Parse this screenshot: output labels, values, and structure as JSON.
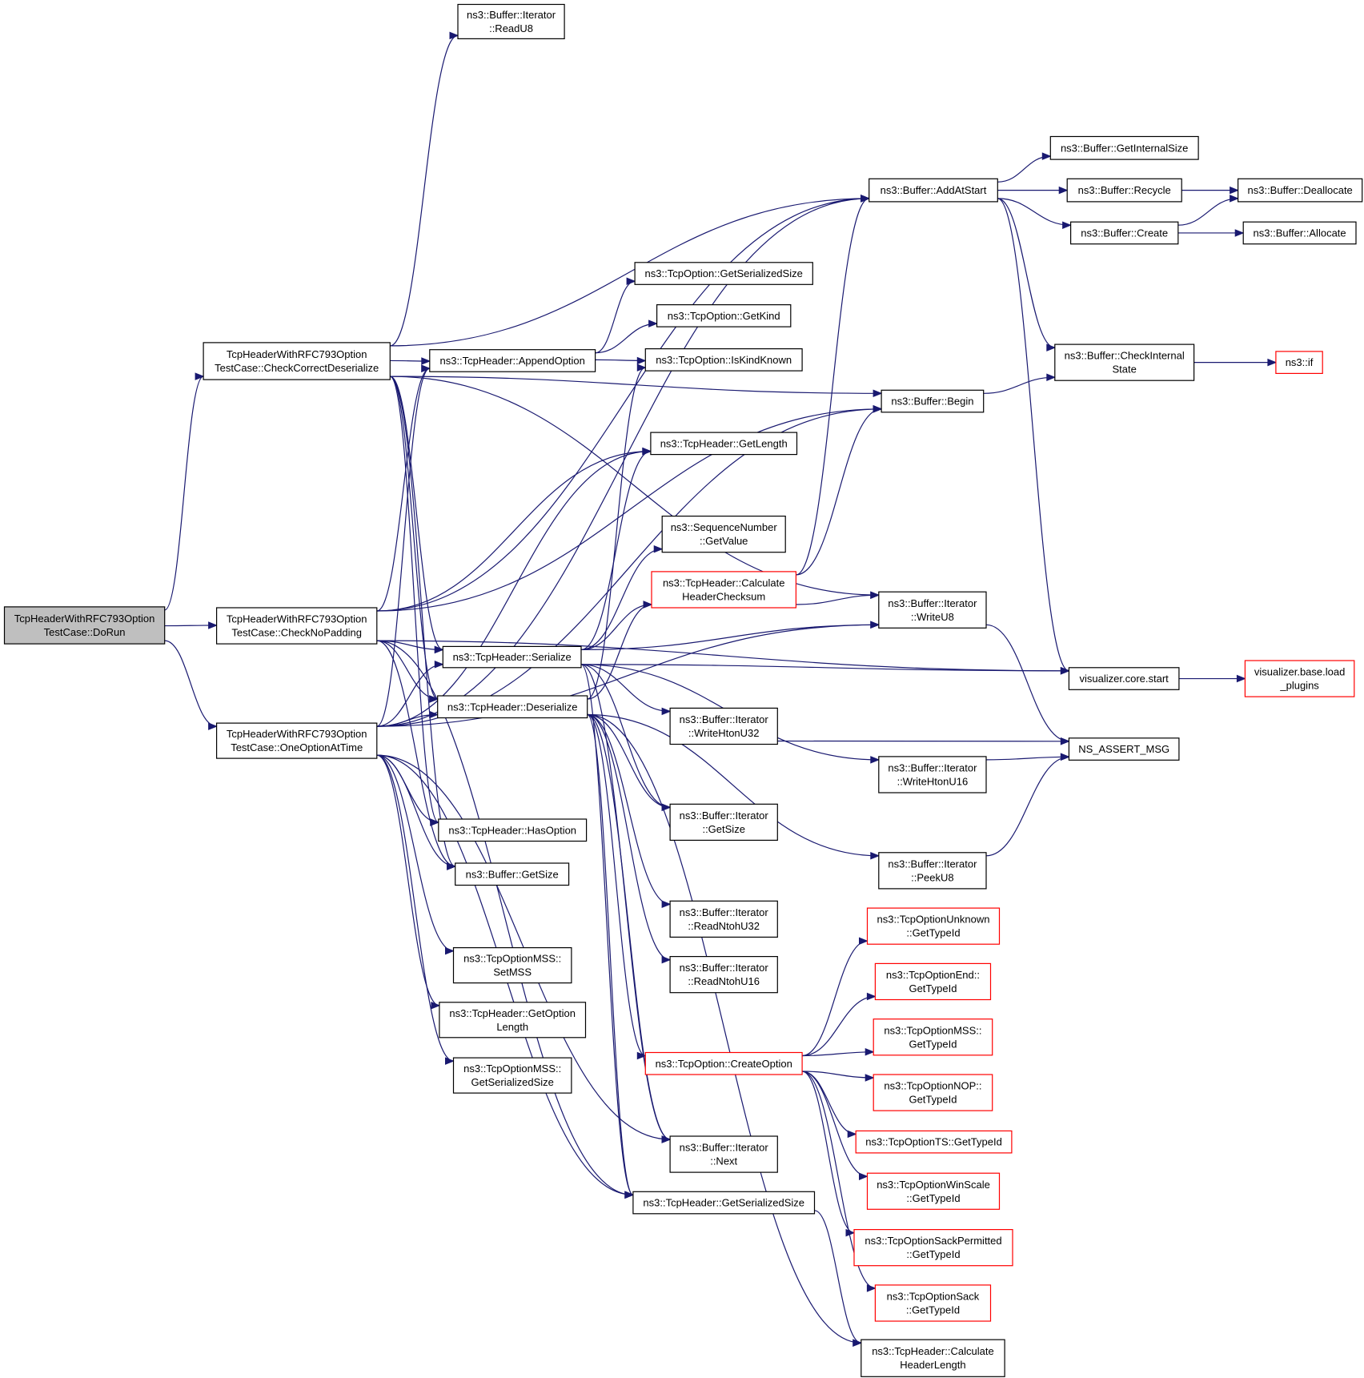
{
  "colors": {
    "edge": "#191970",
    "border_normal": "#000000",
    "border_truncated": "#ff0000",
    "fill_normal": "#ffffff",
    "fill_root": "#bfbfbf"
  },
  "nodes": [
    {
      "id": "n_dorun",
      "lines": [
        "TcpHeaderWithRFC793Option",
        "TestCase::DoRun"
      ],
      "style": "root"
    },
    {
      "id": "n_checkcorrect",
      "lines": [
        "TcpHeaderWithRFC793Option",
        "TestCase::CheckCorrectDeserialize"
      ],
      "style": "normal"
    },
    {
      "id": "n_checknopadding",
      "lines": [
        "TcpHeaderWithRFC793Option",
        "TestCase::CheckNoPadding"
      ],
      "style": "normal"
    },
    {
      "id": "n_oneoption",
      "lines": [
        "TcpHeaderWithRFC793Option",
        "TestCase::OneOptionAtTime"
      ],
      "style": "normal"
    },
    {
      "id": "n_readu8",
      "lines": [
        "ns3::Buffer::Iterator",
        "::ReadU8"
      ],
      "style": "normal"
    },
    {
      "id": "n_appendoption",
      "lines": [
        "ns3::TcpHeader::AppendOption"
      ],
      "style": "normal"
    },
    {
      "id": "n_serialize",
      "lines": [
        "ns3::TcpHeader::Serialize"
      ],
      "style": "normal"
    },
    {
      "id": "n_deserialize",
      "lines": [
        "ns3::TcpHeader::Deserialize"
      ],
      "style": "normal"
    },
    {
      "id": "n_hasoption",
      "lines": [
        "ns3::TcpHeader::HasOption"
      ],
      "style": "normal"
    },
    {
      "id": "n_bufgetsize",
      "lines": [
        "ns3::Buffer::GetSize"
      ],
      "style": "normal"
    },
    {
      "id": "n_setmss",
      "lines": [
        "ns3::TcpOptionMSS::",
        "SetMSS"
      ],
      "style": "normal"
    },
    {
      "id": "n_getoptionlength",
      "lines": [
        "ns3::TcpHeader::GetOption",
        "Length"
      ],
      "style": "normal"
    },
    {
      "id": "n_mssserializedsize",
      "lines": [
        "ns3::TcpOptionMSS::",
        "GetSerializedSize"
      ],
      "style": "normal"
    },
    {
      "id": "n_optserializedsize",
      "lines": [
        "ns3::TcpOption::GetSerializedSize"
      ],
      "style": "normal"
    },
    {
      "id": "n_getkind",
      "lines": [
        "ns3::TcpOption::GetKind"
      ],
      "style": "normal"
    },
    {
      "id": "n_iskindknown",
      "lines": [
        "ns3::TcpOption::IsKindKnown"
      ],
      "style": "normal"
    },
    {
      "id": "n_getlength",
      "lines": [
        "ns3::TcpHeader::GetLength"
      ],
      "style": "normal"
    },
    {
      "id": "n_seqgetvalue",
      "lines": [
        "ns3::SequenceNumber",
        "::GetValue"
      ],
      "style": "normal"
    },
    {
      "id": "n_calcchecksum",
      "lines": [
        "ns3::TcpHeader::Calculate",
        "HeaderChecksum"
      ],
      "style": "truncated"
    },
    {
      "id": "n_writehtonu32",
      "lines": [
        "ns3::Buffer::Iterator",
        "::WriteHtonU32"
      ],
      "style": "normal"
    },
    {
      "id": "n_itergetsize",
      "lines": [
        "ns3::Buffer::Iterator",
        "::GetSize"
      ],
      "style": "normal"
    },
    {
      "id": "n_readntohu32",
      "lines": [
        "ns3::Buffer::Iterator",
        "::ReadNtohU32"
      ],
      "style": "normal"
    },
    {
      "id": "n_readntohu16",
      "lines": [
        "ns3::Buffer::Iterator",
        "::ReadNtohU16"
      ],
      "style": "normal"
    },
    {
      "id": "n_createoption",
      "lines": [
        "ns3::TcpOption::CreateOption"
      ],
      "style": "truncated"
    },
    {
      "id": "n_next",
      "lines": [
        "ns3::Buffer::Iterator",
        "::Next"
      ],
      "style": "normal"
    },
    {
      "id": "n_hdrserializedsize",
      "lines": [
        "ns3::TcpHeader::GetSerializedSize"
      ],
      "style": "normal"
    },
    {
      "id": "n_addatstart",
      "lines": [
        "ns3::Buffer::AddAtStart"
      ],
      "style": "normal"
    },
    {
      "id": "n_begin",
      "lines": [
        "ns3::Buffer::Begin"
      ],
      "style": "normal"
    },
    {
      "id": "n_writeu8",
      "lines": [
        "ns3::Buffer::Iterator",
        "::WriteU8"
      ],
      "style": "normal"
    },
    {
      "id": "n_writehtonu16",
      "lines": [
        "ns3::Buffer::Iterator",
        "::WriteHtonU16"
      ],
      "style": "normal"
    },
    {
      "id": "n_peeku8",
      "lines": [
        "ns3::Buffer::Iterator",
        "::PeekU8"
      ],
      "style": "normal"
    },
    {
      "id": "n_unknowngettypeid",
      "lines": [
        "ns3::TcpOptionUnknown",
        "::GetTypeId"
      ],
      "style": "truncated"
    },
    {
      "id": "n_endgettypeid",
      "lines": [
        "ns3::TcpOptionEnd::",
        "GetTypeId"
      ],
      "style": "truncated"
    },
    {
      "id": "n_mssgettypeid",
      "lines": [
        "ns3::TcpOptionMSS::",
        "GetTypeId"
      ],
      "style": "truncated"
    },
    {
      "id": "n_nopgettypeid",
      "lines": [
        "ns3::TcpOptionNOP::",
        "GetTypeId"
      ],
      "style": "truncated"
    },
    {
      "id": "n_tsgettypeid",
      "lines": [
        "ns3::TcpOptionTS::GetTypeId"
      ],
      "style": "truncated"
    },
    {
      "id": "n_winscalegettypeid",
      "lines": [
        "ns3::TcpOptionWinScale",
        "::GetTypeId"
      ],
      "style": "truncated"
    },
    {
      "id": "n_sackpermgettypeid",
      "lines": [
        "ns3::TcpOptionSackPermitted",
        "::GetTypeId"
      ],
      "style": "truncated"
    },
    {
      "id": "n_sackgettypeid",
      "lines": [
        "ns3::TcpOptionSack",
        "::GetTypeId"
      ],
      "style": "truncated"
    },
    {
      "id": "n_calcheaderlength",
      "lines": [
        "ns3::TcpHeader::Calculate",
        "HeaderLength"
      ],
      "style": "normal"
    },
    {
      "id": "n_getinternalsize",
      "lines": [
        "ns3::Buffer::GetInternalSize"
      ],
      "style": "normal"
    },
    {
      "id": "n_recycle",
      "lines": [
        "ns3::Buffer::Recycle"
      ],
      "style": "normal"
    },
    {
      "id": "n_create",
      "lines": [
        "ns3::Buffer::Create"
      ],
      "style": "normal"
    },
    {
      "id": "n_checkinternalstate",
      "lines": [
        "ns3::Buffer::CheckInternal",
        "State"
      ],
      "style": "normal"
    },
    {
      "id": "n_vizstart",
      "lines": [
        "visualizer.core.start"
      ],
      "style": "normal"
    },
    {
      "id": "n_nsassert",
      "lines": [
        "NS_ASSERT_MSG"
      ],
      "style": "normal"
    },
    {
      "id": "n_deallocate",
      "lines": [
        "ns3::Buffer::Deallocate"
      ],
      "style": "normal"
    },
    {
      "id": "n_allocate",
      "lines": [
        "ns3::Buffer::Allocate"
      ],
      "style": "normal"
    },
    {
      "id": "n_if",
      "lines": [
        "ns3::if"
      ],
      "style": "truncated"
    },
    {
      "id": "n_loadplugins",
      "lines": [
        "visualizer.base.load",
        "_plugins"
      ],
      "style": "truncated"
    }
  ],
  "edges": [
    [
      "n_dorun",
      "n_checkcorrect"
    ],
    [
      "n_dorun",
      "n_checknopadding"
    ],
    [
      "n_dorun",
      "n_oneoption"
    ],
    [
      "n_checkcorrect",
      "n_readu8"
    ],
    [
      "n_checkcorrect",
      "n_appendoption"
    ],
    [
      "n_checkcorrect",
      "n_serialize"
    ],
    [
      "n_checkcorrect",
      "n_deserialize"
    ],
    [
      "n_checkcorrect",
      "n_hasoption"
    ],
    [
      "n_checkcorrect",
      "n_bufgetsize"
    ],
    [
      "n_checkcorrect",
      "n_addatstart"
    ],
    [
      "n_checkcorrect",
      "n_begin"
    ],
    [
      "n_checkcorrect",
      "n_writeu8"
    ],
    [
      "n_checknopadding",
      "n_appendoption"
    ],
    [
      "n_checknopadding",
      "n_serialize"
    ],
    [
      "n_checknopadding",
      "n_deserialize"
    ],
    [
      "n_checknopadding",
      "n_getlength"
    ],
    [
      "n_checknopadding",
      "n_addatstart"
    ],
    [
      "n_checknopadding",
      "n_begin"
    ],
    [
      "n_checknopadding",
      "n_bufgetsize"
    ],
    [
      "n_checknopadding",
      "n_hdrserializedsize"
    ],
    [
      "n_checknopadding",
      "n_vizstart"
    ],
    [
      "n_oneoption",
      "n_appendoption"
    ],
    [
      "n_oneoption",
      "n_serialize"
    ],
    [
      "n_oneoption",
      "n_deserialize"
    ],
    [
      "n_oneoption",
      "n_hasoption"
    ],
    [
      "n_oneoption",
      "n_bufgetsize"
    ],
    [
      "n_oneoption",
      "n_setmss"
    ],
    [
      "n_oneoption",
      "n_getoptionlength"
    ],
    [
      "n_oneoption",
      "n_mssserializedsize"
    ],
    [
      "n_oneoption",
      "n_hdrserializedsize"
    ],
    [
      "n_oneoption",
      "n_getlength"
    ],
    [
      "n_oneoption",
      "n_addatstart"
    ],
    [
      "n_oneoption",
      "n_begin"
    ],
    [
      "n_oneoption",
      "n_writeu8"
    ],
    [
      "n_oneoption",
      "n_next"
    ],
    [
      "n_appendoption",
      "n_optserializedsize"
    ],
    [
      "n_appendoption",
      "n_getkind"
    ],
    [
      "n_appendoption",
      "n_iskindknown"
    ],
    [
      "n_serialize",
      "n_getlength"
    ],
    [
      "n_serialize",
      "n_seqgetvalue"
    ],
    [
      "n_serialize",
      "n_calcchecksum"
    ],
    [
      "n_serialize",
      "n_writeu8"
    ],
    [
      "n_serialize",
      "n_vizstart"
    ],
    [
      "n_serialize",
      "n_writehtonu32"
    ],
    [
      "n_serialize",
      "n_writehtonu16"
    ],
    [
      "n_serialize",
      "n_itergetsize"
    ],
    [
      "n_serialize",
      "n_next"
    ],
    [
      "n_serialize",
      "n_hdrserializedsize"
    ],
    [
      "n_deserialize",
      "n_iskindknown"
    ],
    [
      "n_deserialize",
      "n_calcchecksum"
    ],
    [
      "n_deserialize",
      "n_itergetsize"
    ],
    [
      "n_deserialize",
      "n_readntohu32"
    ],
    [
      "n_deserialize",
      "n_readntohu16"
    ],
    [
      "n_deserialize",
      "n_createoption"
    ],
    [
      "n_deserialize",
      "n_next"
    ],
    [
      "n_deserialize",
      "n_hdrserializedsize"
    ],
    [
      "n_deserialize",
      "n_peeku8"
    ],
    [
      "n_deserialize",
      "n_calcheaderlength"
    ],
    [
      "n_calcchecksum",
      "n_addatstart"
    ],
    [
      "n_calcchecksum",
      "n_begin"
    ],
    [
      "n_calcchecksum",
      "n_writeu8"
    ],
    [
      "n_createoption",
      "n_unknowngettypeid"
    ],
    [
      "n_createoption",
      "n_endgettypeid"
    ],
    [
      "n_createoption",
      "n_mssgettypeid"
    ],
    [
      "n_createoption",
      "n_nopgettypeid"
    ],
    [
      "n_createoption",
      "n_tsgettypeid"
    ],
    [
      "n_createoption",
      "n_winscalegettypeid"
    ],
    [
      "n_createoption",
      "n_sackpermgettypeid"
    ],
    [
      "n_createoption",
      "n_sackgettypeid"
    ],
    [
      "n_hdrserializedsize",
      "n_calcheaderlength"
    ],
    [
      "n_addatstart",
      "n_getinternalsize"
    ],
    [
      "n_addatstart",
      "n_recycle"
    ],
    [
      "n_addatstart",
      "n_create"
    ],
    [
      "n_addatstart",
      "n_checkinternalstate"
    ],
    [
      "n_addatstart",
      "n_vizstart"
    ],
    [
      "n_begin",
      "n_checkinternalstate"
    ],
    [
      "n_writeu8",
      "n_nsassert"
    ],
    [
      "n_writehtonu32",
      "n_nsassert"
    ],
    [
      "n_writehtonu16",
      "n_nsassert"
    ],
    [
      "n_peeku8",
      "n_nsassert"
    ],
    [
      "n_recycle",
      "n_deallocate"
    ],
    [
      "n_create",
      "n_deallocate"
    ],
    [
      "n_create",
      "n_allocate"
    ],
    [
      "n_checkinternalstate",
      "n_if"
    ],
    [
      "n_vizstart",
      "n_loadplugins"
    ]
  ]
}
